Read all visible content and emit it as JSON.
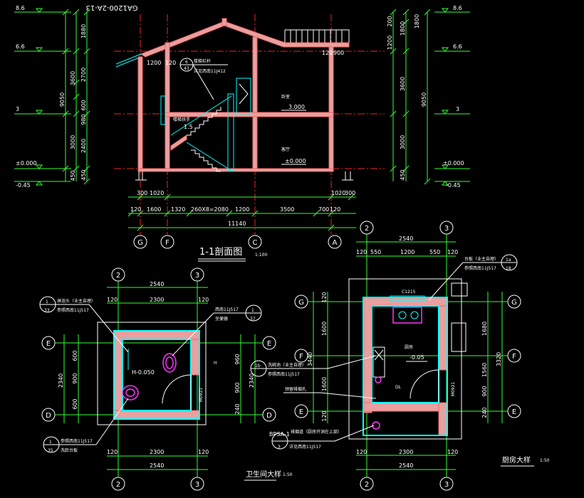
{
  "drawing_number": "GA1200-2A-13",
  "section": {
    "title": "1-1剖面图",
    "scale": "1:100",
    "levels_left": [
      "8.6",
      "6.6",
      "3",
      "±0.000",
      "-0.45"
    ],
    "levels_right": [
      "8.6",
      "6.6",
      "3",
      "±0.000",
      "-0.45"
    ],
    "left_dims_inner": [
      "1880",
      "2700",
      "600",
      "980",
      "2400",
      "450"
    ],
    "left_dims_outer": [
      "3600",
      "3000",
      "450"
    ],
    "left_total": "9050",
    "right_dims_inner": [
      "200",
      "1200",
      "1800",
      "3600",
      "3000",
      "450"
    ],
    "right_total": "9050",
    "top_right_dim": "1800",
    "bottom_dims": [
      "120",
      "1600",
      "1320",
      "260X8=2080",
      "1200",
      "3500",
      "700",
      "120"
    ],
    "bottom_total": "11140",
    "foot_dims": [
      "300",
      "1020",
      "1020",
      "300"
    ],
    "axes": [
      "G",
      "F",
      "C",
      "A"
    ],
    "floor_labels": [
      "3.000",
      "±0.000"
    ],
    "room_labels": [
      "卧室",
      "客厅"
    ],
    "dims_mid": [
      "1200",
      "120",
      "120",
      "900"
    ],
    "callout_6": {
      "num": "6",
      "sheet": "43",
      "text1": "详见西南11J412",
      "text2": "楼梯栏杆"
    },
    "stair_notes": [
      "1.5",
      "楼梯扶手"
    ]
  },
  "bathroom": {
    "title": "卫生间大样",
    "scale": "1:50",
    "top_axes": [
      "2",
      "3"
    ],
    "bottom_axes": [
      "2",
      "3"
    ],
    "top_dims": [
      "120",
      "2300",
      "120"
    ],
    "top_total": "2540",
    "bottom_dims": [
      "120",
      "2300",
      "120"
    ],
    "bottom_total": "2540",
    "left_axes": [
      "E",
      "D"
    ],
    "right_axes": [
      "E",
      "D"
    ],
    "left_dims": [
      "600",
      "900",
      "600"
    ],
    "left_total": "2340",
    "right_dims": [
      "960",
      "900",
      "240"
    ],
    "right_total": "2340",
    "h_label": "H-0.050",
    "door_labels": [
      "M0921",
      "H"
    ],
    "callout1": {
      "num": "1",
      "sheet": "33",
      "text1": "淋浴头（业主自理）",
      "text2": "参照西南11J517"
    },
    "callout2": {
      "num": "1",
      "sheet": "37",
      "text1": "西南11J517",
      "text2": "坐便器"
    },
    "callout3": {
      "num": "1",
      "sheet": "35",
      "text1": "参照西南11J517",
      "text2": "洗脸台板"
    }
  },
  "kitchen": {
    "title": "厨房大样",
    "scale": "1:50",
    "top_axes": [
      "2",
      "3"
    ],
    "bottom_axes": [
      "2",
      "3"
    ],
    "top_dims": [
      "120",
      "550",
      "1200",
      "550",
      "120"
    ],
    "top_total": "2540",
    "bottom_dims": [
      "120",
      "2300",
      "120"
    ],
    "bottom_total": "2540",
    "left_axes": [
      "G",
      "F",
      "E"
    ],
    "right_axes": [
      "G",
      "F",
      "E"
    ],
    "left_dims": [
      "120",
      "1600",
      "1600",
      "120"
    ],
    "left_total": "3440",
    "right_dims": [
      "1680",
      "1560",
      "900",
      "240"
    ],
    "right_total": "3320",
    "window_label": "C1215",
    "floor_label": "-0.05",
    "room_label": "厨房",
    "door_label": "M0921",
    "dl_label": "DL",
    "callout1": {
      "num": "1a",
      "sheet": "18",
      "text1": "台板（业主自理）",
      "text2": "参照西南11J517"
    },
    "callout2": {
      "num": "1b",
      "sheet": "",
      "text1": "洗碗池（业主自理）",
      "text2": "参照西南11J517"
    },
    "callout3": {
      "num": "3",
      "sheet": "",
      "text1": "BPSA-1",
      "text2": "详见西南11J517"
    },
    "note_vent": "预留排烟孔",
    "note_rise": "排烟道（厨房开洞在上部）"
  }
}
